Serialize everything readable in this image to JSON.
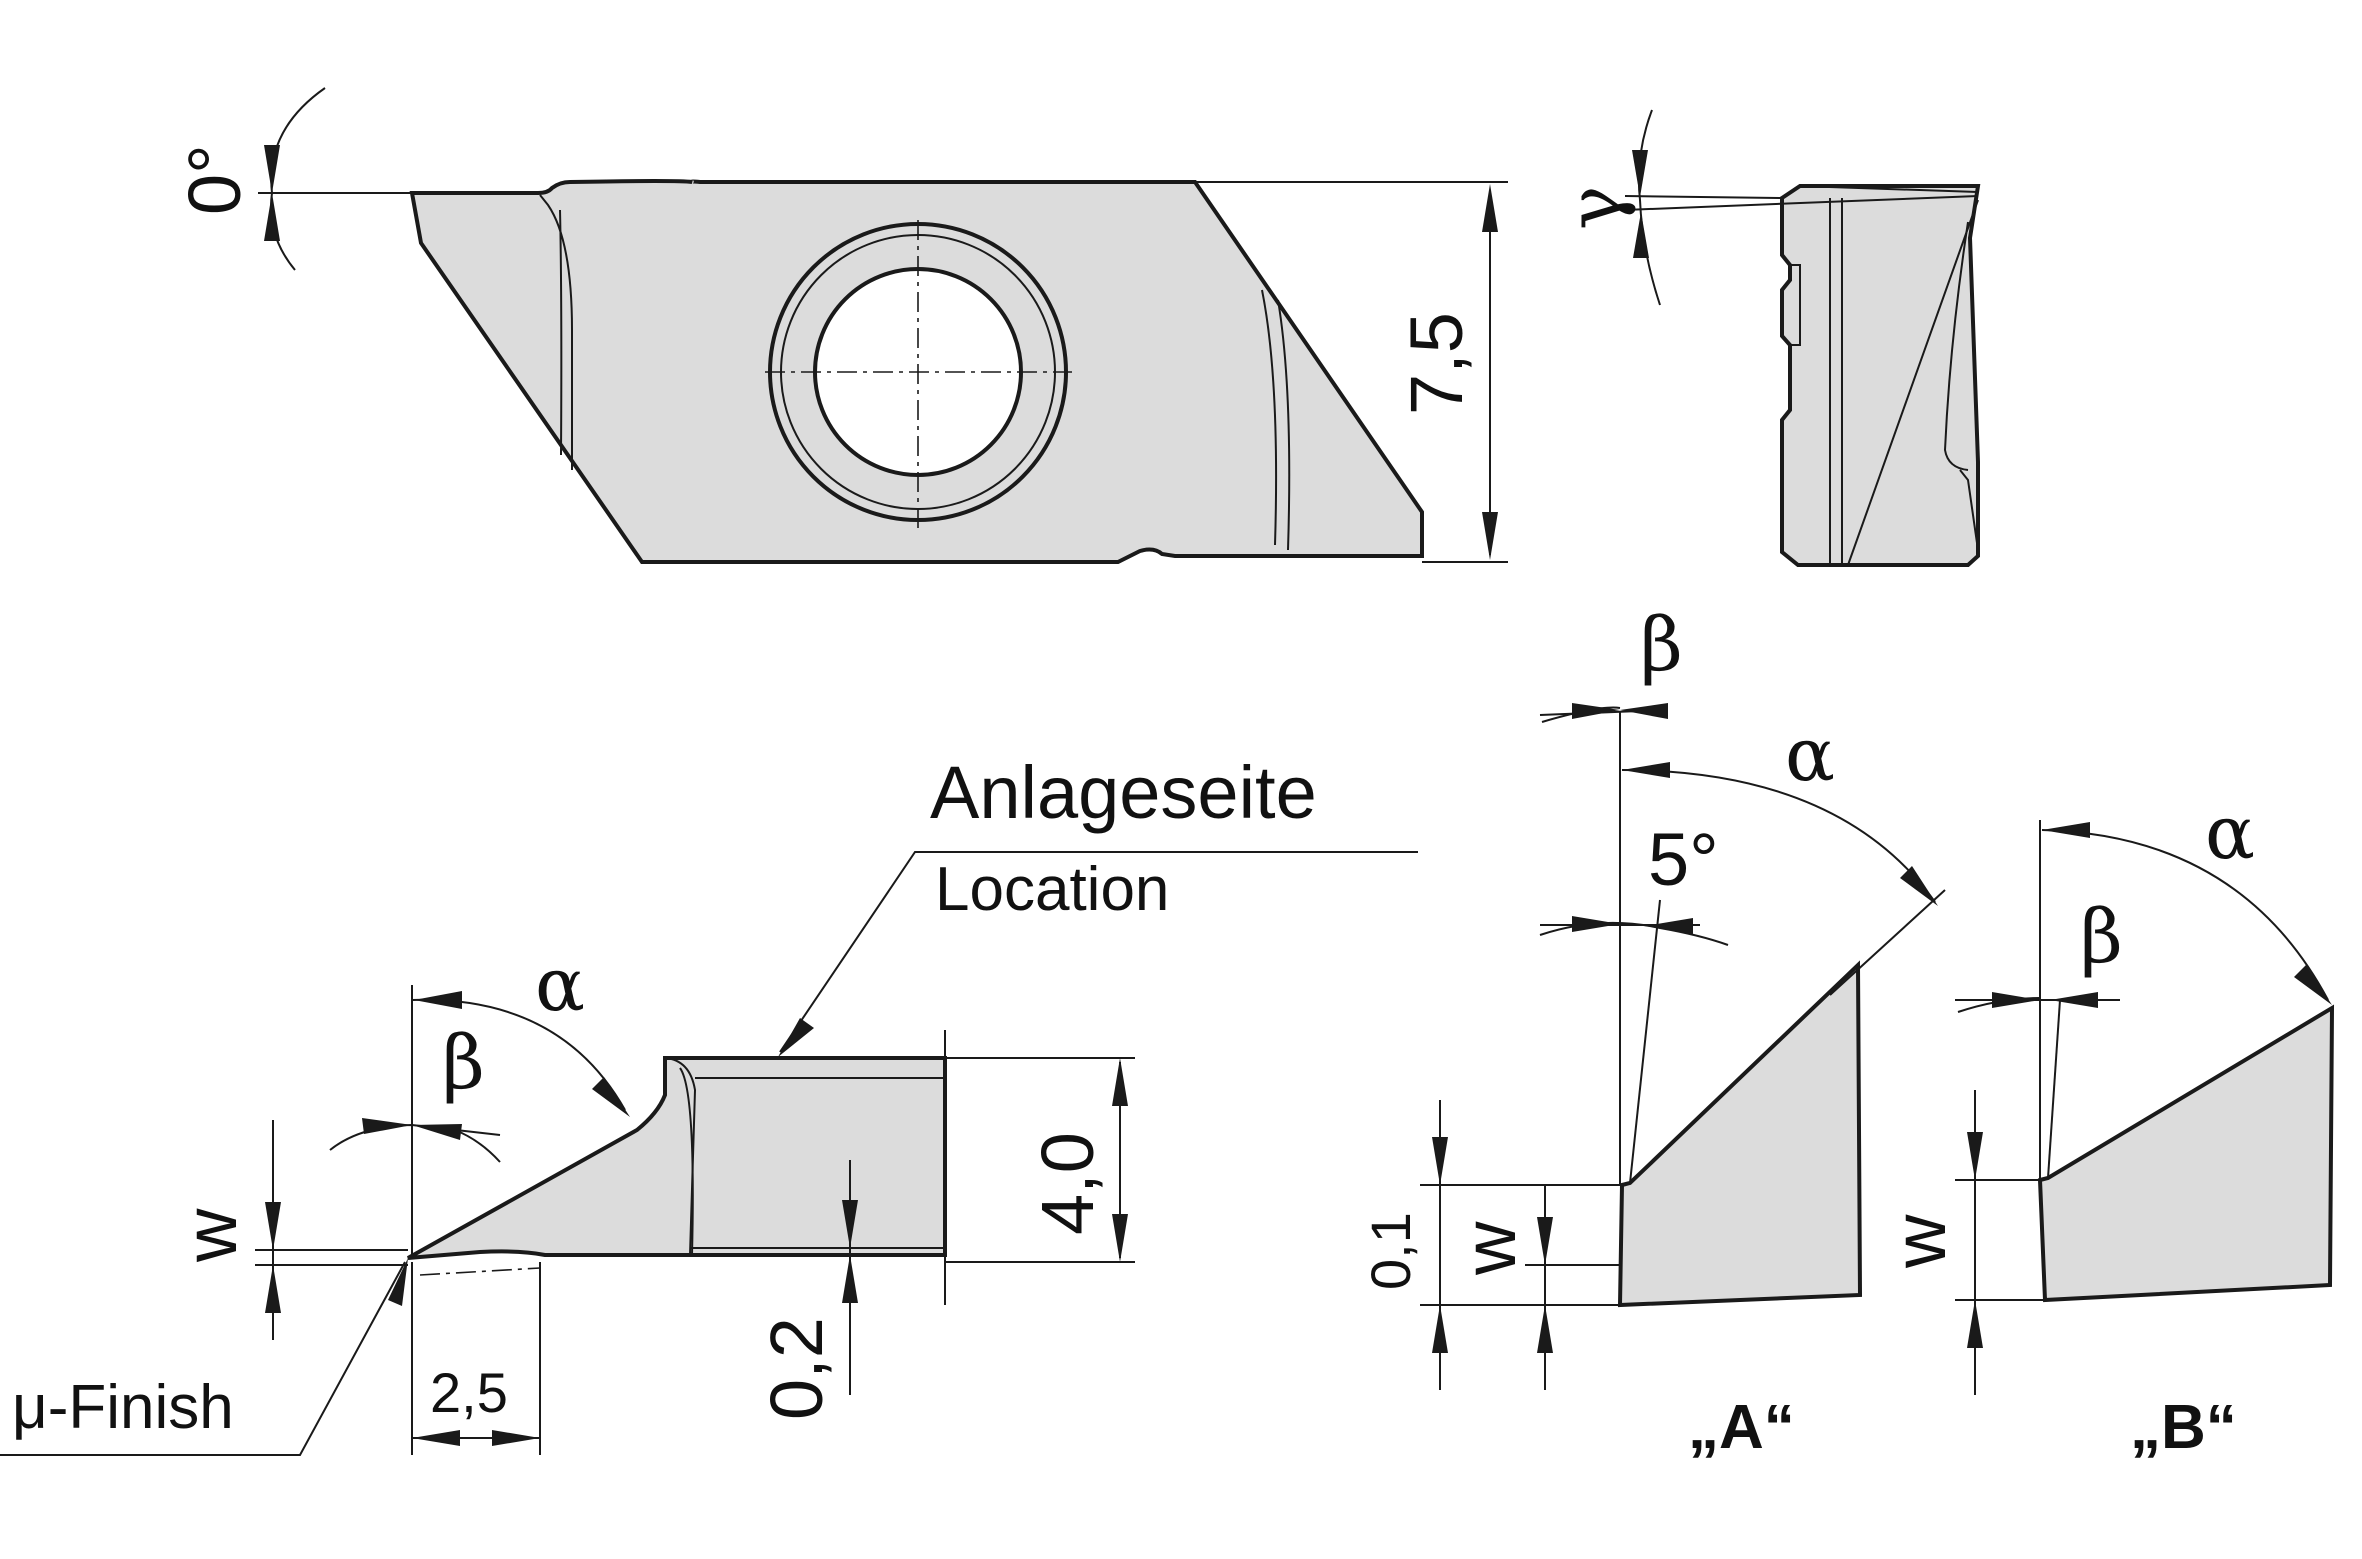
{
  "labels": {
    "angle_zero": "0°",
    "width_top": "7,5",
    "gamma": "γ",
    "beta_main": "β",
    "alpha_main": "α",
    "w_main": "w",
    "mu_finish": "μ-Finish",
    "dim_2_5": "2,5",
    "dim_0_2": "0,2",
    "dim_4_0": "4,0",
    "anlageseite": "Anlageseite",
    "location": "Location",
    "beta_a": "β",
    "alpha_a": "α",
    "five_deg": "5°",
    "dim_0_1": "0,1",
    "w_a": "w",
    "variant_a": "„A“",
    "alpha_b": "α",
    "beta_b": "β",
    "w_b": "w",
    "variant_b": "„B“"
  },
  "colors": {
    "line": "#1a1a1a",
    "insert_fill": "#dcdcdc",
    "background": "#ffffff"
  }
}
